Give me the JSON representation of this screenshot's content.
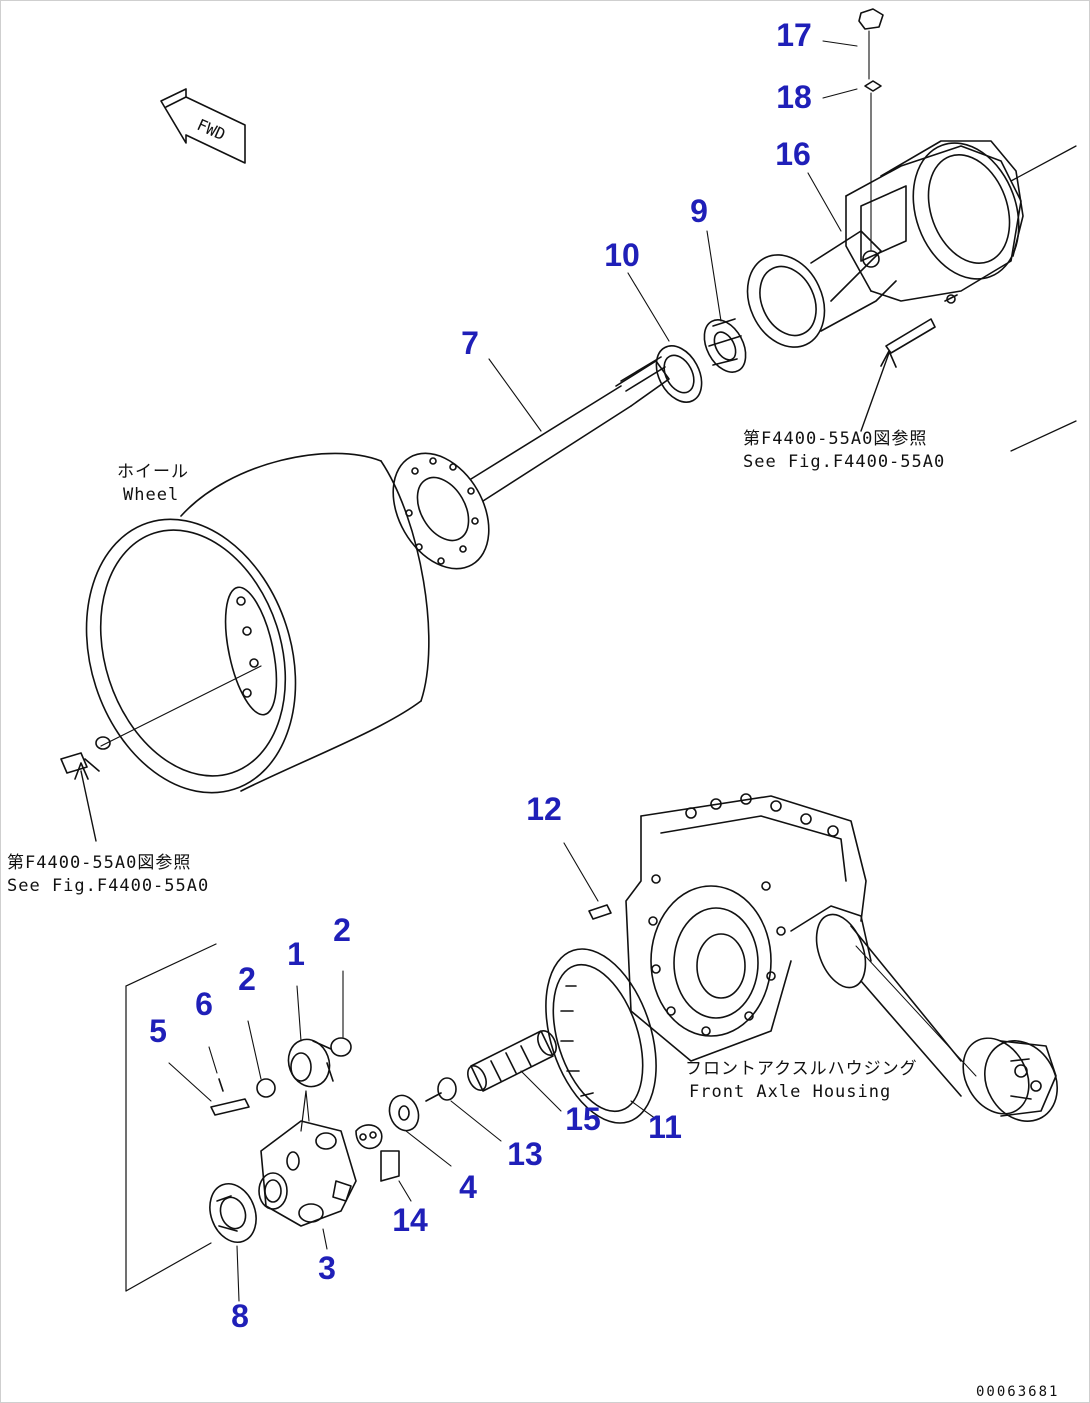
{
  "diagram": {
    "fwd_label": "FWD",
    "drawing_number": "00063681",
    "part_callouts": [
      {
        "id": "callout-1",
        "label": "1"
      },
      {
        "id": "callout-2a",
        "label": "2"
      },
      {
        "id": "callout-2b",
        "label": "2"
      },
      {
        "id": "callout-3",
        "label": "3"
      },
      {
        "id": "callout-4",
        "label": "4"
      },
      {
        "id": "callout-5",
        "label": "5"
      },
      {
        "id": "callout-6",
        "label": "6"
      },
      {
        "id": "callout-7",
        "label": "7"
      },
      {
        "id": "callout-8",
        "label": "8"
      },
      {
        "id": "callout-9",
        "label": "9"
      },
      {
        "id": "callout-10",
        "label": "10"
      },
      {
        "id": "callout-11",
        "label": "11"
      },
      {
        "id": "callout-12",
        "label": "12"
      },
      {
        "id": "callout-13",
        "label": "13"
      },
      {
        "id": "callout-14",
        "label": "14"
      },
      {
        "id": "callout-15",
        "label": "15"
      },
      {
        "id": "callout-16",
        "label": "16"
      },
      {
        "id": "callout-17",
        "label": "17"
      },
      {
        "id": "callout-18",
        "label": "18"
      }
    ],
    "notes": {
      "wheel_jp": "ホイール",
      "wheel_en": "Wheel",
      "see_fig_top_jp": "第F4400-55A0図参照",
      "see_fig_top_en": "See Fig.F4400-55A0",
      "see_fig_left_jp": "第F4400-55A0図参照",
      "see_fig_left_en": "See Fig.F4400-55A0",
      "housing_jp": "フロントアクスルハウジング",
      "housing_en": "Front Axle Housing"
    },
    "colors": {
      "callout": "#1f1fb8",
      "line": "#111111"
    }
  }
}
